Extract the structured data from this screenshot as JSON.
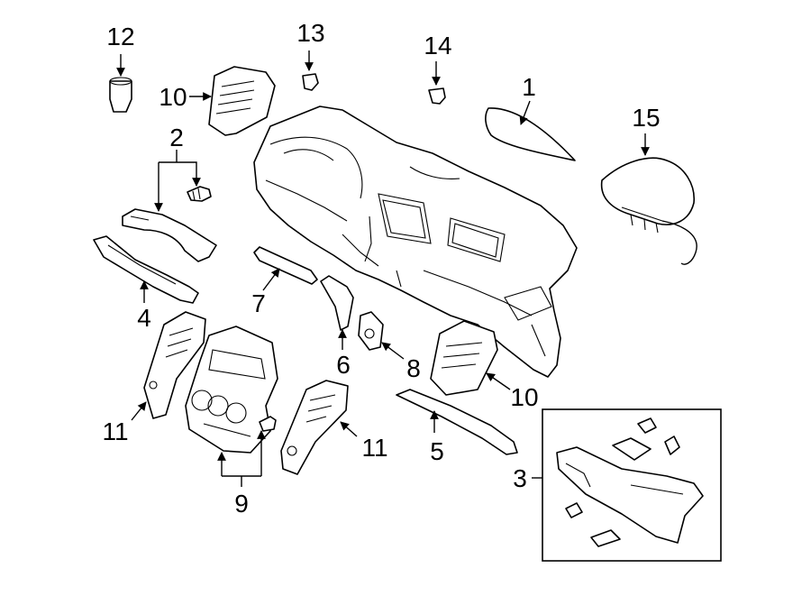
{
  "callouts": {
    "c1": "1",
    "c2": "2",
    "c3": "3",
    "c4": "4",
    "c5": "5",
    "c6": "6",
    "c7": "7",
    "c8": "8",
    "c9": "9",
    "c10_upper": "10",
    "c10_lower": "10",
    "c11_left": "11",
    "c11_right": "11",
    "c12": "12",
    "c13": "13",
    "c14": "14",
    "c15": "15"
  }
}
